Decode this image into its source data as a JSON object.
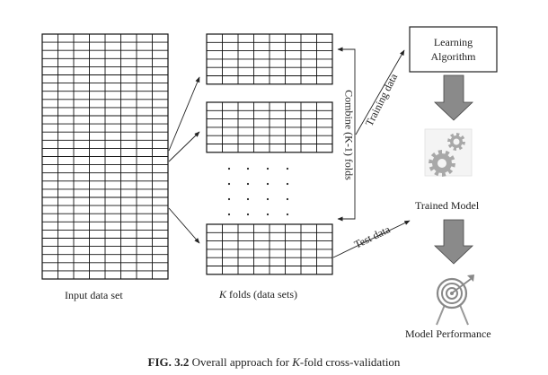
{
  "labels": {
    "input_data_set": "Input data set",
    "k_folds_k": "K",
    "k_folds_rest": " folds (data sets)",
    "combine": "Combine (K-1) folds",
    "training_data": "Training data",
    "test_data": "Test data",
    "learning_line1": "Learning",
    "learning_line2": "Algorithm",
    "trained_model": "Trained Model",
    "model_performance": "Model Performance"
  },
  "caption": {
    "fig": "FIG. 3.2",
    "text_before": " Overall approach for ",
    "k": "K",
    "text_after": "-fold cross-validation"
  },
  "icons": {
    "trained_model": "gears-icon",
    "model_performance": "target-arrow-icon"
  },
  "colors": {
    "line": "#222222",
    "gray_arrow": "#8a8a8a",
    "gear": "#a8a8a8"
  }
}
